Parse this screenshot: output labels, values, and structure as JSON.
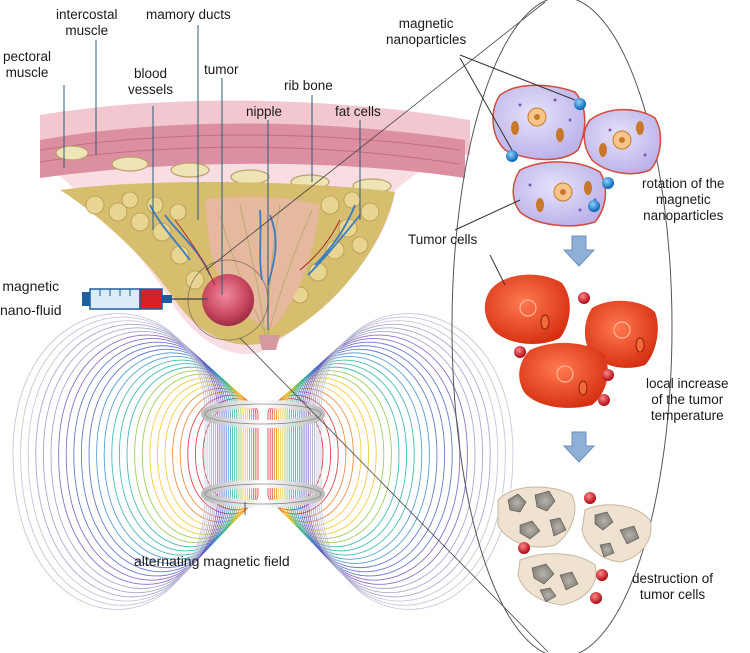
{
  "anatomy_labels": {
    "intercostal_muscle": [
      "intercostal",
      "muscle"
    ],
    "mamory_ducts": "mamory ducts",
    "pectoral_muscle": [
      "pectoral",
      "muscle"
    ],
    "blood_vessels": [
      "blood",
      "vessels"
    ],
    "tumor": "tumor",
    "rib_bone": "rib bone",
    "nipple": "nipple",
    "fat_cells": "fat cells"
  },
  "injection_label": [
    "magnetic",
    "nano-fluid"
  ],
  "field_label": "alternating magnetic field",
  "process_labels": {
    "magnetic_nanoparticles": [
      "magnetic",
      "nanoparticles"
    ],
    "tumor_cells": "Tumor cells",
    "rotation": [
      "rotation of the",
      "magnetic",
      "nanoparticles"
    ],
    "temperature": [
      "local increase",
      "of the tumor",
      "temperature"
    ],
    "destruction": [
      "destruction of",
      "tumor cells"
    ]
  },
  "colors": {
    "skin": "#f6d3d8",
    "fat": "#d9c27a",
    "muscle": "#d9869a",
    "tumor": "#c8455e",
    "vessel": "#3a7cc4",
    "cell_purple": "#cdc7ee",
    "cell_red": "#e2391d",
    "arrow_blue": "#8fb0d6",
    "particle_blue": "#1f8fd8",
    "particle_red": "#d8202a"
  }
}
